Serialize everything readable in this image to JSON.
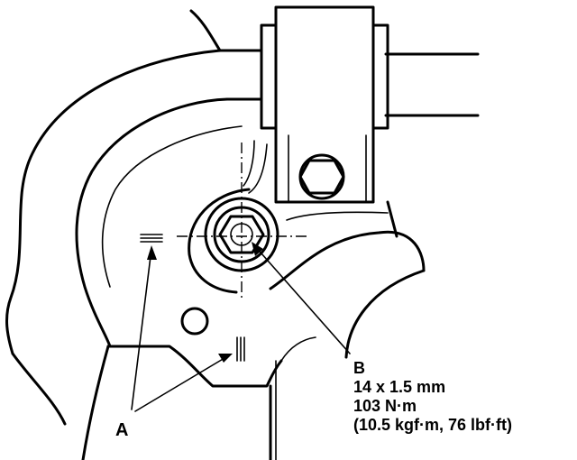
{
  "callouts": {
    "a": {
      "letter": "A"
    },
    "b": {
      "letter": "B",
      "size": "14 x 1.5 mm",
      "torque_nm": "103 N·m",
      "torque_alt": "(10.5 kgf·m, 76 lbf·ft)"
    }
  },
  "colors": {
    "ink": "#000000",
    "paper": "#ffffff"
  }
}
